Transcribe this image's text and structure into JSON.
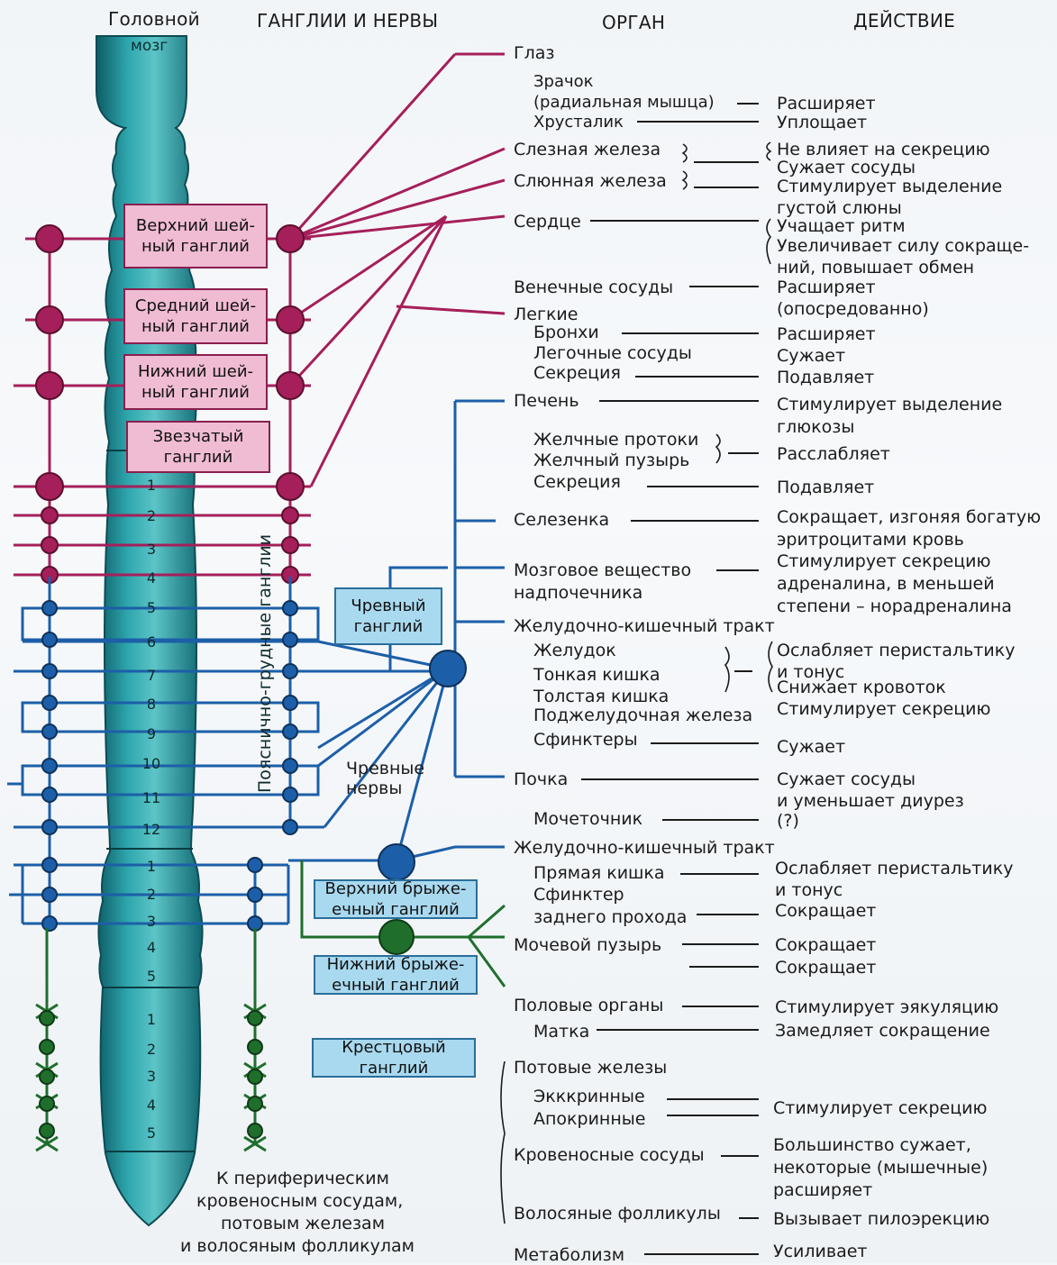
{
  "headers": {
    "brain_line1": "Головной",
    "brain_line2": "мозг",
    "ganglia": "ГАНГЛИИ И НЕРВЫ",
    "organ": "ОРГАН",
    "action": "ДЕЙСТВИЕ"
  },
  "ganglia": {
    "superior_cervical_1": "Верхний шей-",
    "superior_cervical_2": "ный ганглий",
    "middle_cervical_1": "Средний шей-",
    "middle_cervical_2": "ный ганглий",
    "inferior_cervical_1": "Нижний шей-",
    "inferior_cervical_2": "ный ганглий",
    "stellate_1": "Звезчатый",
    "stellate_2": "ганглий",
    "celiac_1": "Чревный",
    "celiac_2": "ганглий",
    "sup_mesenteric_1": "Верхний брыже-",
    "sup_mesenteric_2": "ечный ганглий",
    "inf_mesenteric_1": "Нижний брыже-",
    "inf_mesenteric_2": "ечный ганглий",
    "sacral_1": "Крестцовый",
    "sacral_2": "ганглий",
    "lumbar_thoracic": "Пояснично-грудные ганглии",
    "celiac_nerves_1": "Чревные",
    "celiac_nerves_2": "нервы"
  },
  "segments": {
    "thoracic": [
      "1",
      "2",
      "3",
      "4",
      "5",
      "6",
      "7",
      "8",
      "9",
      "10",
      "11",
      "12"
    ],
    "lumbar": [
      "1",
      "2",
      "3",
      "4",
      "5"
    ],
    "sacral": [
      "1",
      "2",
      "3",
      "4",
      "5"
    ]
  },
  "bottom_note": {
    "l1": "К периферическим",
    "l2": "кровеносным сосудам,",
    "l3": "потовым железам",
    "l4": "и волосяным фолликулам"
  },
  "organs": {
    "eye": "Глаз",
    "pupil_1": "Зрачок",
    "pupil_2": "(радиальная мышца)",
    "lens": "Хрусталик",
    "lacrimal": "Слезная железа",
    "salivary": "Слюнная железа",
    "heart": "Сердце",
    "coronary": "Венечные сосуды",
    "lungs": "Легкие",
    "bronchi": "Бронхи",
    "pulm_vessels": "Легочные сосуды",
    "secretion_lung": "Секреция",
    "liver": "Печень",
    "bile_ducts": "Желчные протоки",
    "gallbladder": "Желчный пузырь",
    "secretion_liver": "Секреция",
    "spleen": "Селезенка",
    "adrenal_1": "Мозговое вещество",
    "adrenal_2": "надпочечника",
    "gi_tract": "Желудочно-кишечный тракт",
    "stomach": "Желудок",
    "small_int": "Тонкая кишка",
    "large_int": "Толстая кишка",
    "pancreas": "Поджелудочная железа",
    "sphincters": "Сфинктеры",
    "kidney": "Почка",
    "ureter": "Мочеточник",
    "gi_tract2": "Желудочно-кишечный тракт",
    "rectum": "Прямая кишка",
    "sphincter_1": "Сфинктер",
    "sphincter_2": "заднего прохода",
    "bladder": "Мочевой пузырь",
    "genitals": "Половые органы",
    "uterus": "Матка",
    "sweat": "Потовые железы",
    "eccrine": "Экккринные",
    "apocrine": "Апокринные",
    "blood_vessels": "Кровеносные сосуды",
    "hair": "Волосяные фолликулы",
    "metabolism": "Метаболизм"
  },
  "actions": {
    "pupil": "Расширяет",
    "lens": "Уплощает",
    "lacrimal": "Не влияет на секрецию",
    "vessels_narrow": "Сужает сосуды",
    "salivary_1": "Стимулирует выделение",
    "salivary_2": "густой слюны",
    "heart_1": "Учащает ритм",
    "heart_2": "Увеличивает силу сокраще-",
    "heart_3": "ний, повышает обмен",
    "coronary_1": "Расширяет",
    "coronary_2": "(опосредованно)",
    "bronchi": "Расширяет",
    "pulm_vessels": "Сужает",
    "secretion_lung": "Подавляет",
    "liver_1": "Стимулирует выделение",
    "liver_2": "глюкозы",
    "bile": "Расслабляет",
    "secretion_liver": "Подавляет",
    "spleen_1": "Сокращает, изгоняя богатую",
    "spleen_2": "эритроцитами кровь",
    "adrenal_1": "Стимулирует секрецию",
    "adrenal_2": "адреналина, в меньшей",
    "adrenal_3": "степени – норадреналина",
    "gi_1": "Ослабляет перистальтику",
    "gi_2": "и тонус",
    "gi_3": "Снижает кровоток",
    "pancreas": "Стимулирует секрецию",
    "sphincters": "Сужает",
    "kidney_1": "Сужает сосуды",
    "kidney_2": "и уменьшает диурез",
    "ureter": "(?)",
    "rectum_1": "Ослабляет перистальтику",
    "rectum_2": "и тонус",
    "sphincter": "Сокращает",
    "bladder_1": "Сокращает",
    "bladder_2": "Сокращает",
    "genitals": "Стимулирует эякуляцию",
    "uterus": "Замедляет сокращение",
    "sweat": "Стимулирует секрецию",
    "vessels_1": "Большинство сужает,",
    "vessels_2": "некоторые (мышечные)",
    "vessels_3": "расширяет",
    "hair": "Вызывает пилоэрекцию",
    "metabolism": "Усиливает"
  },
  "colors": {
    "sympathetic_cervical": "#a51f5a",
    "sympathetic_thoracolumbar": "#1c5fa8",
    "sacral": "#1f6e2c",
    "cord": "#2a9aa3",
    "pink_box": "#f0bcd3",
    "blue_box": "#a9d9ef"
  }
}
